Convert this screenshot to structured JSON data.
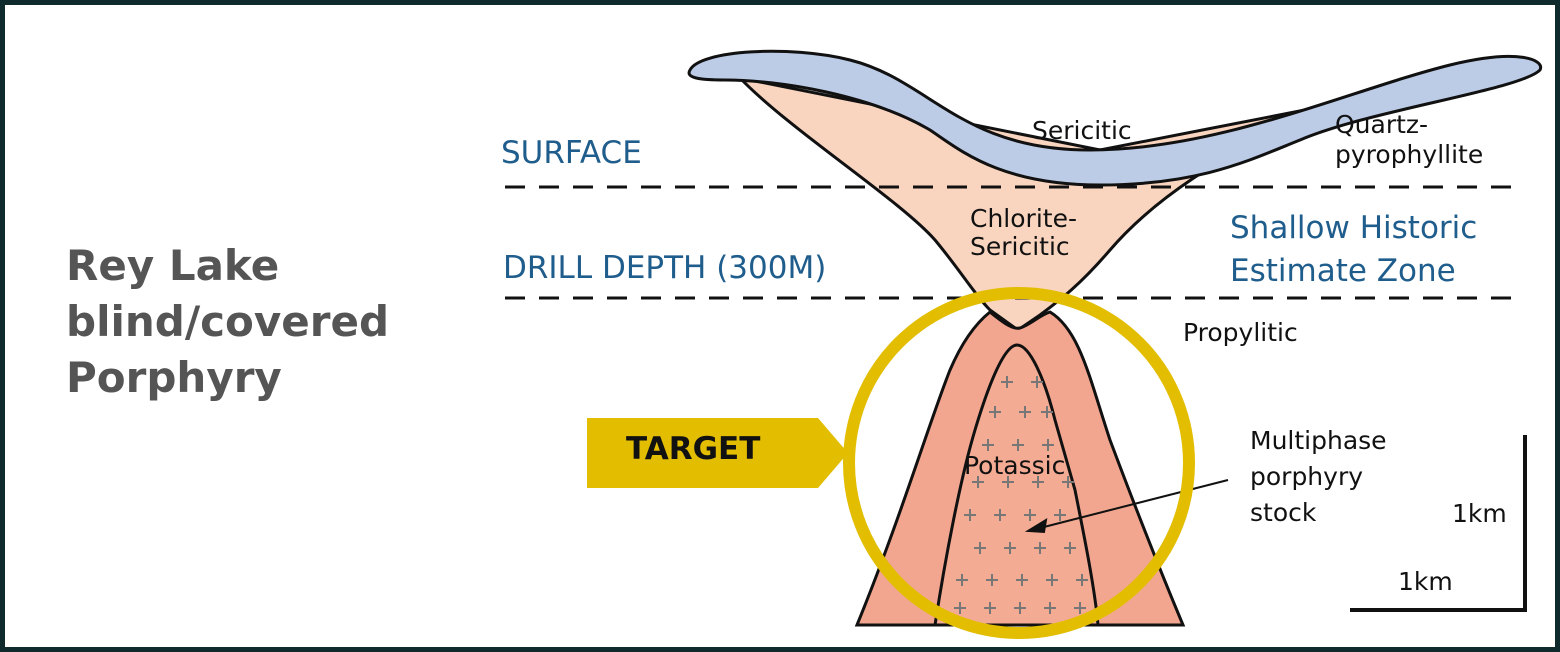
{
  "title_lines": [
    "Rey Lake",
    "blind/covered",
    "Porphyry"
  ],
  "levels": {
    "surface": "SURFACE",
    "drill_depth": "DRILL DEPTH (300M)"
  },
  "zone_label": [
    "Shallow Historic",
    "Estimate Zone"
  ],
  "alteration": {
    "sericitic": "Sericitic",
    "quartz_pyrophyllite": [
      "Quartz-",
      "pyrophyllite"
    ],
    "chlorite_sericitic": [
      "Chlorite-",
      "Sericitic"
    ],
    "propylitic": "Propylitic",
    "potassic": "Potassic",
    "stock": [
      "Multiphase",
      "porphyry",
      "stock"
    ]
  },
  "target_label": "TARGET",
  "scale": {
    "vertical": "1km",
    "horizontal": "1km"
  },
  "colors": {
    "frame": "#0f2a2d",
    "sericitic": "#bccbe6",
    "chlorite": "#f9d5c0",
    "potassic": "#f3a68f",
    "target": "#e2bd00",
    "blue_text": "#1f5d8c"
  }
}
